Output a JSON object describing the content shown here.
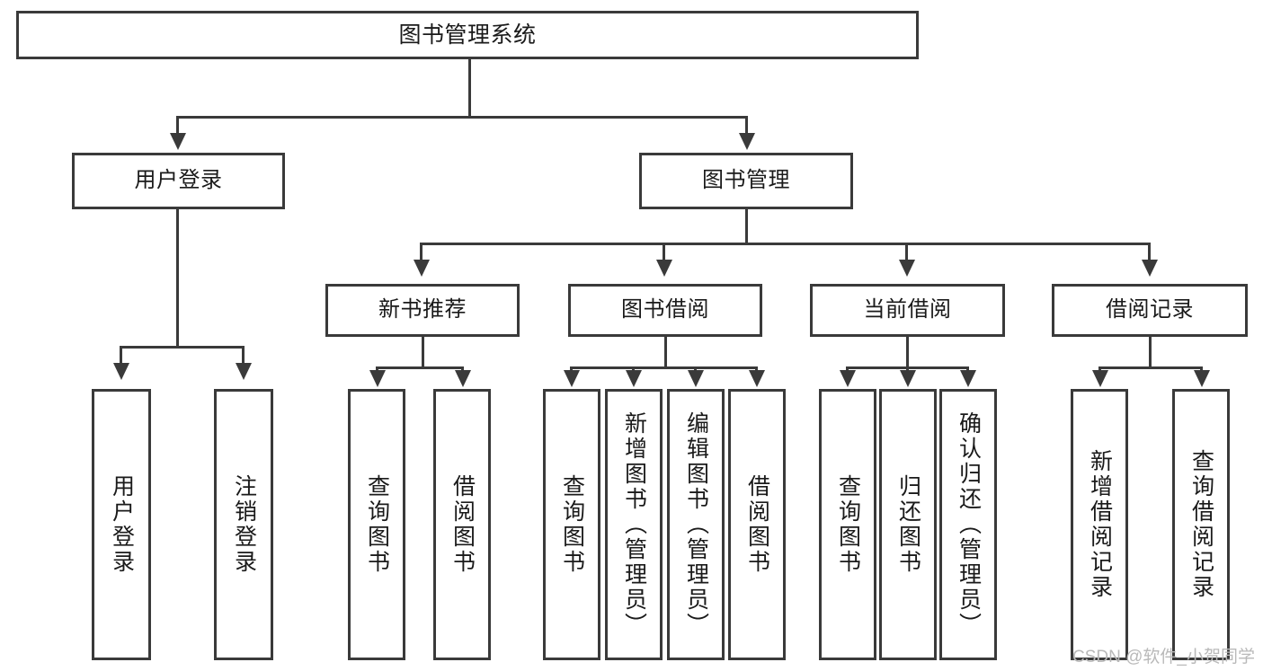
{
  "diagram": {
    "title": "图书管理系统",
    "root": {
      "label": "图书管理系统"
    },
    "level2": [
      {
        "label": "用户登录"
      },
      {
        "label": "图书管理"
      }
    ],
    "level3": [
      {
        "label": "新书推荐"
      },
      {
        "label": "图书借阅"
      },
      {
        "label": "当前借阅"
      },
      {
        "label": "借阅记录"
      }
    ],
    "leaves": {
      "user_login": [
        {
          "label": "用户登录"
        },
        {
          "label": "注销登录"
        }
      ],
      "new_book_recommend": [
        {
          "label": "查询图书"
        },
        {
          "label": "借阅图书"
        }
      ],
      "book_borrow": [
        {
          "label": "查询图书"
        },
        {
          "label": "新增图书（管理员）"
        },
        {
          "label": "编辑图书（管理员）"
        },
        {
          "label": "借阅图书"
        }
      ],
      "current_borrow": [
        {
          "label": "查询图书"
        },
        {
          "label": "归还图书"
        },
        {
          "label": "确认归还（管理员）"
        }
      ],
      "borrow_record": [
        {
          "label": "新增借阅记录"
        },
        {
          "label": "查询借阅记录"
        }
      ]
    }
  },
  "watermark": {
    "text": "CSDN @软件_小贺同学"
  },
  "colors": {
    "stroke": "#3a3a3a",
    "background": "#ffffff",
    "text": "#1a1a1a",
    "watermark": "#b9b9b9"
  }
}
